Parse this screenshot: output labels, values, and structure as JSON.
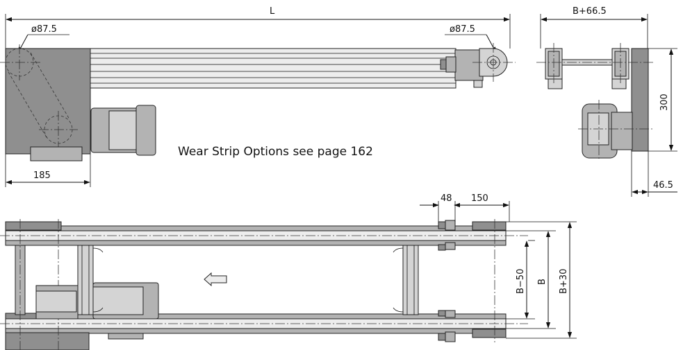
{
  "dimensions": {
    "length": "L",
    "pulley_diameter_left": "ø87.5",
    "pulley_diameter_right": "ø87.5",
    "drive_offset": "185",
    "end_width": "B+66.5",
    "height": "300",
    "drive_depth": "46.5",
    "slot_width": "48",
    "slot_length": "150",
    "inner_width": "B−50",
    "belt_width": "B",
    "outer_width": "B+30"
  },
  "note": "Wear Strip Options see page 162",
  "views": [
    "side-view",
    "end-view",
    "top-view"
  ],
  "direction_arrow": "travel-direction-arrow"
}
